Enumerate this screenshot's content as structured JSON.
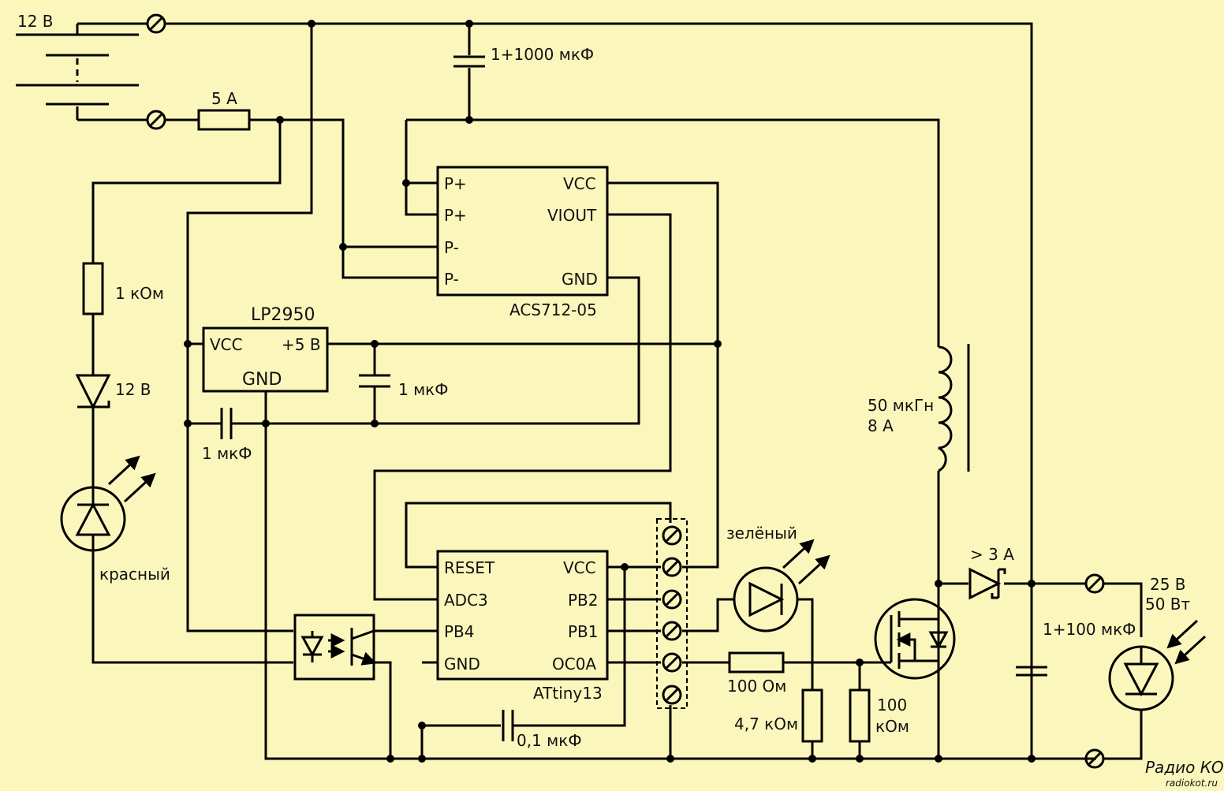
{
  "labels": {
    "battery": "12 В",
    "fuse": "5 А",
    "cap_main": "1+1000 мкФ",
    "r1": "1 кОм",
    "zener": "12 В",
    "led_red": "красный",
    "lp_name": "LP2950",
    "lp_vcc": "VCC",
    "lp_5v": "+5 В",
    "lp_gnd": "GND",
    "cap_lp": "1 мкФ",
    "cap_lp_in": "1 мкФ",
    "acs": {
      "pp1": "P+",
      "pp2": "P+",
      "pm1": "P-",
      "pm2": "P-",
      "vcc": "VCC",
      "viout": "VIOUT",
      "gnd": "GND",
      "name": "ACS712-05"
    },
    "mcu": {
      "reset": "RESET",
      "adc3": "ADC3",
      "pb4": "PB4",
      "gnd": "GND",
      "vcc": "VCC",
      "pb2": "PB2",
      "pb1": "PB1",
      "oc0a": "OC0A",
      "name": "ATtiny13"
    },
    "cap_mcu": "0,1 мкФ",
    "led_green": "зелёный",
    "r_gate": "100 Ом",
    "r_47k": "4,7 кОм",
    "r_100k_a": "100",
    "r_100k_b": "кОм",
    "inductor_a": "50 мкГн",
    "inductor_b": "8 А",
    "diode": "> 3 А",
    "cap_out": "1+100 мкФ",
    "load_a": "25 В",
    "load_b": "50 Вт"
  },
  "watermark": {
    "top": "Радио КОТ",
    "bottom": "radiokot.ru"
  }
}
